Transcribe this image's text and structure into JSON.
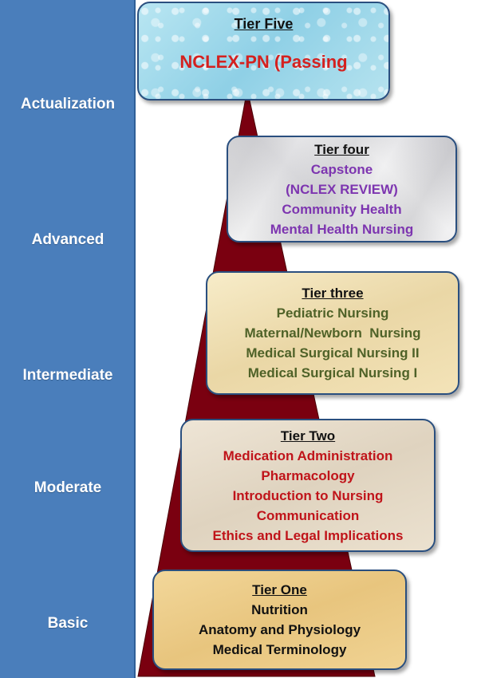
{
  "sidebar": {
    "levels": [
      "Actualization",
      "Advanced",
      "Intermediate",
      "Moderate",
      "Basic"
    ]
  },
  "tiers": {
    "five": {
      "title": "Tier Five",
      "items": [
        "NCLEX-PN (Passing"
      ]
    },
    "four": {
      "title": "Tier four",
      "items": [
        "Capstone",
        "(NCLEX REVIEW)",
        "Community Health",
        "Mental Health Nursing"
      ]
    },
    "three": {
      "title": "Tier three",
      "items": [
        "Pediatric Nursing",
        "Maternal/Newborn  Nursing",
        "Medical Surgical Nursing II",
        "Medical Surgical Nursing I"
      ]
    },
    "two": {
      "title": "Tier Two",
      "items": [
        "Medication Administration",
        "Pharmacology",
        "Introduction to Nursing",
        "Communication",
        "Ethics and Legal Implications"
      ]
    },
    "one": {
      "title": "Tier One",
      "items": [
        "Nutrition",
        "Anatomy and Physiology",
        "Medical Terminology"
      ]
    }
  },
  "colors": {
    "sidebar": "#4a7ebb",
    "pyramid": "#7a0010",
    "tier5_text": "#d4211f",
    "tier4_text": "#7d35b0",
    "tier3_text": "#4f6228",
    "tier2_text": "#c0141a",
    "tier1_text": "#111111"
  }
}
